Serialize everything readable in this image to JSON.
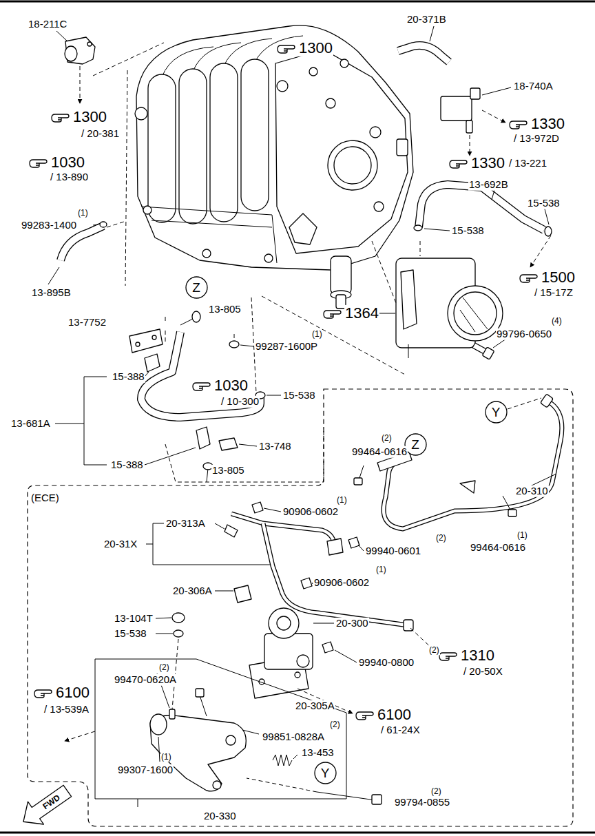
{
  "diagram": {
    "nodes": [
      {
        "text": [
          "Z"
        ]
      },
      {
        "text": [
          "(ECE)"
        ]
      },
      {
        "text": [
          "Y"
        ],
        "in": 1
      },
      {
        "text": [
          "Z"
        ],
        "in": 1
      },
      {
        "text": [
          "Y"
        ],
        "in": 1
      }
    ],
    "labels": [
      "18-211C",
      "1300",
      "20-371B",
      "18-740A",
      "1300",
      "/ 20-381",
      "1330",
      "/ 13-972D",
      "1030",
      "/ 13-890",
      "1330",
      "/ 13-221",
      "13-692B",
      "15-538",
      "(1)",
      "99283-1400",
      "15-538",
      "13-895B",
      "1500",
      "/ 15-17Z",
      "13-805",
      "1364",
      "(4)",
      "13-7752",
      "99796-0650",
      "(1)",
      "99287-1600P",
      "15-388",
      "1030",
      "15-538",
      "/ 10-300",
      "13-681A",
      "(2)",
      "13-748",
      "99464-0616",
      "15-388",
      "13-805",
      "20-310",
      "(1)",
      "90906-0602",
      "20-313A",
      "(1)",
      "(2)",
      "20-31X",
      "99464-0616",
      "99940-0601",
      "(1)",
      "90906-0602",
      "20-306A",
      "13-104T",
      "20-300",
      "15-538",
      "(2)",
      "1310",
      "99940-0800",
      "(2)",
      "/ 20-50X",
      "99470-0620A",
      "6100",
      "20-305A",
      "/ 13-539A",
      "6100",
      "(2)",
      "/ 61-24X",
      "99851-0828A",
      "13-453",
      "(1)",
      "99307-1600",
      "(2)",
      "99794-0855",
      "20-330",
      "FWD"
    ]
  }
}
